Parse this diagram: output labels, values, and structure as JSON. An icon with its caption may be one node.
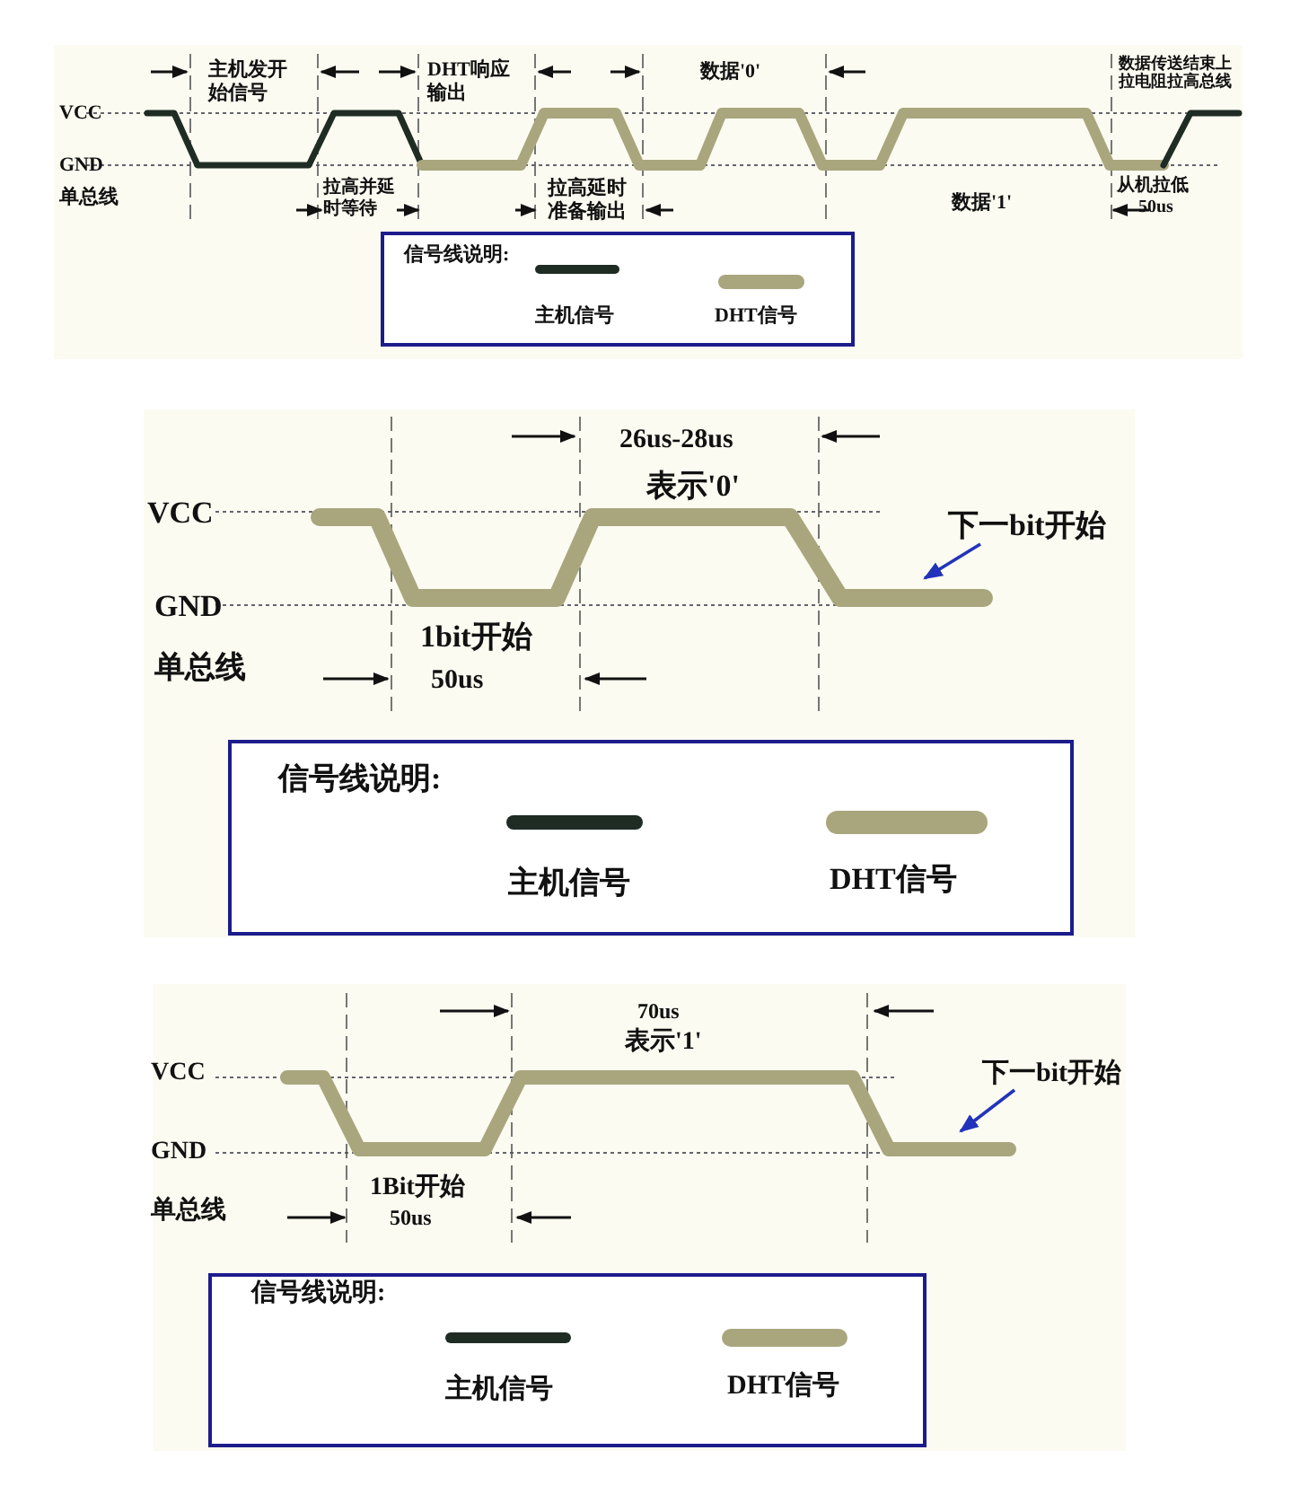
{
  "diagram": {
    "nodes": [
      {
        "text": [
          "下一bit开始"
        ]
      },
      {
        "text": [
          "下一bit开始"
        ]
      }
    ],
    "edges": [
      {
        "from": 0,
        "to": null,
        "arrow": "to"
      },
      {
        "from": 1,
        "to": null,
        "arrow": "to"
      }
    ],
    "labels": [
      "VCC",
      "GND",
      "单总线",
      "主机发开始信号",
      "DHT响应输出",
      "数据'0'",
      "数据传送结束上拉电阻拉高总线",
      "拉高并延时等待",
      "拉高延时准备输出",
      "数据'1'",
      "从机拉低",
      "50us",
      "信号线说明:",
      "26us-28us",
      "表示'0'",
      "VCC",
      "GND",
      "单总线",
      "1bit开始",
      "50us",
      "信号线说明:",
      "70us",
      "表示'1'",
      "VCC",
      "GND",
      "单总线",
      "1Bit开始",
      "50us",
      "信号线说明:"
    ],
    "legend": [
      {
        "text": "主机信号",
        "color": "#1f2c24"
      },
      {
        "text": "DHT信号",
        "color": "#a9a67e"
      },
      {
        "text": "主机信号",
        "color": "#1f2c24"
      },
      {
        "text": "DHT信号",
        "color": "#a9a67e"
      },
      {
        "text": "主机信号",
        "color": "#1f2c24"
      },
      {
        "text": "DHT信号",
        "color": "#a9a67e"
      }
    ]
  }
}
